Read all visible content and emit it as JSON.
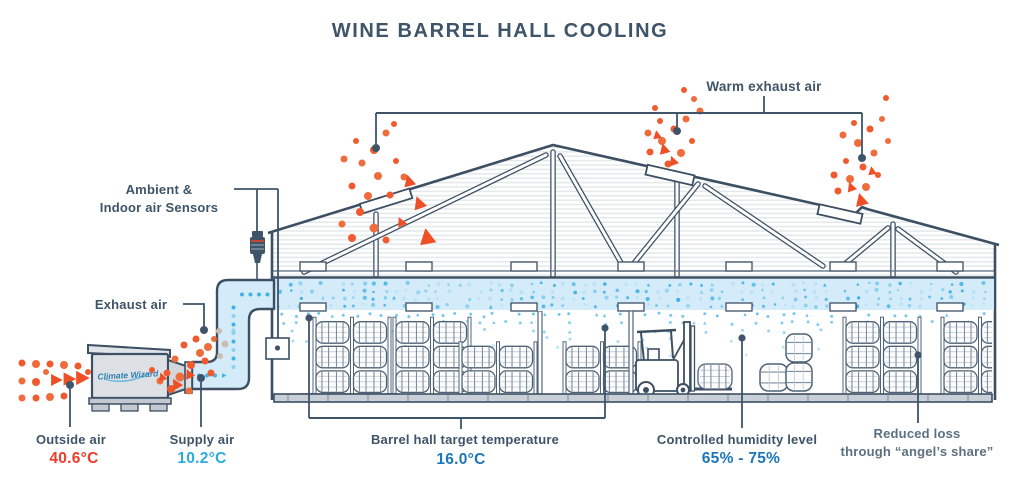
{
  "title": "WINE BARREL HALL COOLING",
  "labels": {
    "warm_exhaust": "Warm exhaust air",
    "sensors_line1": "Ambient &",
    "sensors_line2": "Indoor air Sensors",
    "exhaust": "Exhaust air",
    "outside_label": "Outside air",
    "outside_value": "40.6°C",
    "supply_label": "Supply air",
    "supply_value": "10.2°C",
    "target_label": "Barrel hall target temperature",
    "target_value": "16.0°C",
    "humidity_label": "Controlled humidity level",
    "humidity_value": "65% - 75%",
    "reduced_line1": "Reduced loss",
    "reduced_line2": "through “angel’s share”"
  },
  "unit": {
    "brand": "Climate Wizard"
  },
  "icons": {
    "warm_air": "orange-dot-airflow",
    "cool_air": "blue-dot-airflow",
    "sensor": "hanging-sensor-probe",
    "indoor_sensor": "wall-sensor-box"
  },
  "colors": {
    "slate": "#3e5469",
    "line": "#3c4f63",
    "orange": "#f0562c",
    "red": "#ee3a28",
    "cyan": "#29abe2",
    "blue": "#1b76bc",
    "band_blue": "#d4ebf9",
    "muted": "#5b7080"
  }
}
